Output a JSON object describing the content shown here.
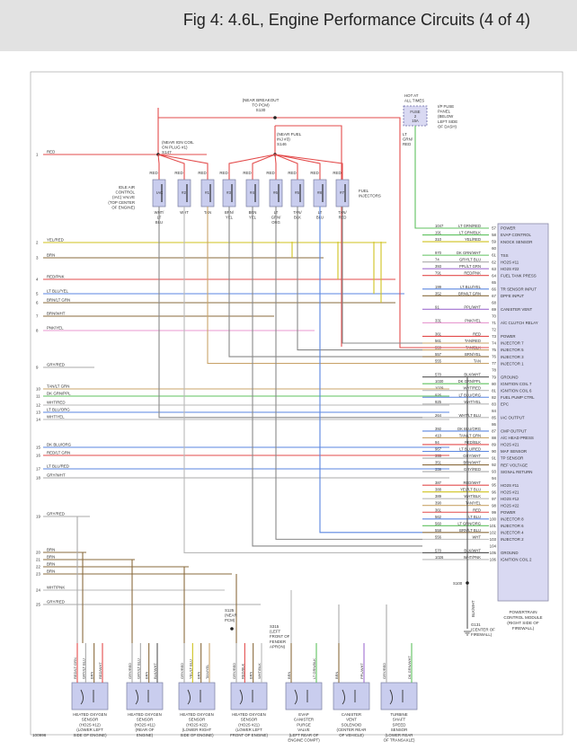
{
  "header": {
    "title": "Fig 4: 4.6L, Engine Performance Circuits (4 of 4)"
  },
  "diagram_id": "100996",
  "fuse": {
    "hot_label": [
      "HOT AT",
      "ALL TIMES"
    ],
    "fuse_text": [
      "FUSE",
      "2",
      "15A"
    ],
    "panel_label": [
      "I/P FUSE",
      "PANEL",
      "(BELOW",
      "LEFT SIDE",
      "OF DASH)"
    ],
    "wire_label": [
      "LT",
      "GRN/",
      "RED"
    ]
  },
  "splices": {
    "s130": [
      "(NEAR BREAKOUT",
      "TO PCM)",
      "S130"
    ],
    "s147": [
      "(NEAR IGN COIL",
      "ON PLUG #1)",
      "S147"
    ],
    "s146": [
      "(NEAR FUEL",
      "INJ #3)",
      "S146"
    ],
    "s125": [
      "S125",
      "(NEAR",
      "PCM)"
    ],
    "s100": "S100",
    "g131": [
      "G131",
      "(CENTER OF",
      "FIREWALL)"
    ],
    "s315": [
      "S315",
      "(LEFT",
      "FRONT OF",
      "FENDER",
      "APRON)"
    ]
  },
  "injectors": {
    "iac_label": [
      "IDLE AIR",
      "CONTROL",
      "(IAC) VALVE",
      "(TOP CENTER",
      "OF ENGINE)"
    ],
    "group_label": [
      "FUEL",
      "INJECTORS"
    ],
    "components": [
      {
        "id": "IAC",
        "top": "RED",
        "bottom": [
          "WHT/",
          "LT",
          "BLU"
        ]
      },
      {
        "id": "#2",
        "top": "RED",
        "bottom": [
          "WHT"
        ]
      },
      {
        "id": "#1",
        "top": "RED",
        "bottom": [
          "TAN"
        ]
      },
      {
        "id": "#3",
        "top": "RED",
        "bottom": [
          "BRN/",
          "YEL"
        ]
      },
      {
        "id": "#4",
        "top": "RED",
        "bottom": [
          "BRN",
          "YEL"
        ]
      },
      {
        "id": "#6",
        "top": "RED",
        "bottom": [
          "LT",
          "GRN/",
          "ORG"
        ]
      },
      {
        "id": "#5",
        "top": "RED",
        "bottom": [
          "TAN/",
          "BLK"
        ]
      },
      {
        "id": "#8",
        "top": "RED",
        "bottom": [
          "LT",
          "BLU"
        ]
      },
      {
        "id": "#7",
        "top": "RED",
        "bottom": [
          "TAN/",
          "RED"
        ]
      }
    ]
  },
  "left_wires": [
    {
      "n": "1",
      "c": "RED"
    },
    {
      "n": "2",
      "c": "YEL/RED"
    },
    {
      "n": "3",
      "c": "BRN"
    },
    {
      "n": "4",
      "c": "RED/PNK"
    },
    {
      "n": "5",
      "c": "LT BLU/YEL"
    },
    {
      "n": "6",
      "c": "BRN/LT GRN"
    },
    {
      "n": "7",
      "c": "BRN/WHT"
    },
    {
      "n": "8",
      "c": "PNK/YEL"
    },
    {
      "n": "9",
      "c": "GRY/RED"
    },
    {
      "n": "10",
      "c": "TAN/LT GRN"
    },
    {
      "n": "11",
      "c": "DK GRN/PPL"
    },
    {
      "n": "12",
      "c": "WHT/RED"
    },
    {
      "n": "13",
      "c": "LT BLU/ORG"
    },
    {
      "n": "14",
      "c": "WHT/YEL"
    },
    {
      "n": "15",
      "c": "DK BLU/ORG"
    },
    {
      "n": "16",
      "c": "RED/LT GRN"
    },
    {
      "n": "17",
      "c": "LT BLU/RED"
    },
    {
      "n": "18",
      "c": "GRY/WHT"
    },
    {
      "n": "19",
      "c": "GRY/RED"
    },
    {
      "n": "20",
      "c": "BRN"
    },
    {
      "n": "21",
      "c": "BRN"
    },
    {
      "n": "22",
      "c": "BRN"
    },
    {
      "n": "23",
      "c": "BRN"
    },
    {
      "n": "24",
      "c": "WHT/PNK"
    },
    {
      "n": "25",
      "c": "GRY/RED"
    }
  ],
  "pcm": {
    "label": [
      "POWERTRAIN",
      "CONTROL MODULE",
      "(RIGHT SIDE OF",
      "FIREWALL)"
    ],
    "ground_wire": "BLK/WHT",
    "pins": [
      {
        "wire": "1047",
        "color": "LT GRN/RED",
        "pin": "57",
        "fn": "POWER"
      },
      {
        "wire": "191",
        "color": "LT GRN/BLK",
        "pin": "58",
        "fn": "EVAP CONTROL"
      },
      {
        "wire": "310",
        "color": "YEL/RED",
        "pin": "59",
        "fn": "KNOCK SENSOR"
      },
      {
        "wire": "",
        "color": "",
        "pin": "60",
        "fn": ""
      },
      {
        "wire": "970",
        "color": "DK GRN/WHT",
        "pin": "61",
        "fn": "TSS"
      },
      {
        "wire": "74",
        "color": "GRY/LT BLU",
        "pin": "62",
        "fn": "HO2S #11"
      },
      {
        "wire": "393",
        "color": "PPL/LT GRN",
        "pin": "63",
        "fn": "HO2S #22"
      },
      {
        "wire": "791",
        "color": "RED/PNK",
        "pin": "64",
        "fn": "FUEL TANK PRESS"
      },
      {
        "wire": "",
        "color": "",
        "pin": "65",
        "fn": ""
      },
      {
        "wire": "199",
        "color": "LT BLU/YEL",
        "pin": "66",
        "fn": "TR SENSOR INPUT"
      },
      {
        "wire": "352",
        "color": "BRN/LT GRN",
        "pin": "67",
        "fn": "DPFE INPUT"
      },
      {
        "wire": "",
        "color": "",
        "pin": "68",
        "fn": ""
      },
      {
        "wire": "91",
        "color": "PPL/WHT",
        "pin": "69",
        "fn": "CANISTER VENT"
      },
      {
        "wire": "",
        "color": "",
        "pin": "70",
        "fn": ""
      },
      {
        "wire": "331",
        "color": "PNK/YEL",
        "pin": "71",
        "fn": "A/C CLUTCH RELAY"
      },
      {
        "wire": "",
        "color": "",
        "pin": "72",
        "fn": ""
      },
      {
        "wire": "361",
        "color": "RED",
        "pin": "73",
        "fn": "POWER"
      },
      {
        "wire": "561",
        "color": "TAN/RED",
        "pin": "74",
        "fn": "INJECTOR 7"
      },
      {
        "wire": "559",
        "color": "TAN/BLK",
        "pin": "75",
        "fn": "INJECTOR 5"
      },
      {
        "wire": "557",
        "color": "BRN/YEL",
        "pin": "76",
        "fn": "INJECTOR 3"
      },
      {
        "wire": "555",
        "color": "TAN",
        "pin": "77",
        "fn": "INJECTOR 1"
      },
      {
        "wire": "",
        "color": "",
        "pin": "78",
        "fn": ""
      },
      {
        "wire": "570",
        "color": "BLK/WHT",
        "pin": "79",
        "fn": "GROUND"
      },
      {
        "wire": "1030",
        "color": "DK GRN/PPL",
        "pin": "80",
        "fn": "IGNITION COIL 7"
      },
      {
        "wire": "1029",
        "color": "WHT/RED",
        "pin": "81",
        "fn": "IGNITION COIL 6"
      },
      {
        "wire": "926",
        "color": "LT BLU/ORG",
        "pin": "82",
        "fn": "FUEL PUMP CTRL"
      },
      {
        "wire": "925",
        "color": "WHT/YEL",
        "pin": "83",
        "fn": "EPC"
      },
      {
        "wire": "",
        "color": "",
        "pin": "84",
        "fn": ""
      },
      {
        "wire": "264",
        "color": "WHT/LT BLU",
        "pin": "85",
        "fn": "IAC OUTPUT"
      },
      {
        "wire": "",
        "color": "",
        "pin": "86",
        "fn": ""
      },
      {
        "wire": "392",
        "color": "DK BLU/ORG",
        "pin": "87",
        "fn": "CMP OUTPUT"
      },
      {
        "wire": "410",
        "color": "TAN/LT GRN",
        "pin": "88",
        "fn": "A/C HEAD PRESS"
      },
      {
        "wire": "94",
        "color": "RED/BLK",
        "pin": "89",
        "fn": "HO2S #21"
      },
      {
        "wire": "967",
        "color": "LT BLU/RED",
        "pin": "90",
        "fn": "MAF SENSOR"
      },
      {
        "wire": "355",
        "color": "GRY/WHT",
        "pin": "91",
        "fn": "TP SENSOR"
      },
      {
        "wire": "351",
        "color": "BRN/WHT",
        "pin": "92",
        "fn": "REF VOLTAGE"
      },
      {
        "wire": "359",
        "color": "GRY/RED",
        "pin": "93",
        "fn": "SIGNAL RETURN"
      },
      {
        "wire": "",
        "color": "",
        "pin": "94",
        "fn": ""
      },
      {
        "wire": "387",
        "color": "RED/WHT",
        "pin": "95",
        "fn": "HO2S #11"
      },
      {
        "wire": "388",
        "color": "YEL/LT BLU",
        "pin": "96",
        "fn": "HO2S #21"
      },
      {
        "wire": "389",
        "color": "WHT/BLK",
        "pin": "97",
        "fn": "HO2S #12"
      },
      {
        "wire": "390",
        "color": "TAN/YEL",
        "pin": "98",
        "fn": "HO2S #22"
      },
      {
        "wire": "361",
        "color": "RED",
        "pin": "99",
        "fn": "POWER"
      },
      {
        "wire": "562",
        "color": "LT BLU",
        "pin": "100",
        "fn": "INJECTOR 8"
      },
      {
        "wire": "560",
        "color": "LT GRN/ORG",
        "pin": "101",
        "fn": "INJECTOR 6"
      },
      {
        "wire": "558",
        "color": "BRN/LT BLU",
        "pin": "102",
        "fn": "INJECTOR 4"
      },
      {
        "wire": "556",
        "color": "WHT",
        "pin": "103",
        "fn": "INJECTOR 2"
      },
      {
        "wire": "",
        "color": "",
        "pin": "104",
        "fn": ""
      },
      {
        "wire": "570",
        "color": "BLK/WHT",
        "pin": "105",
        "fn": "GROUND"
      },
      {
        "wire": "1026",
        "color": "WHT/PNK",
        "pin": "106",
        "fn": "IGNITION COIL 2"
      }
    ]
  },
  "sensors": [
    {
      "wires": [
        "RED/LT GRN",
        "GRY/LT BLU",
        "BRN",
        "RED/WHT"
      ],
      "label": [
        "HEATED OXYGEN",
        "SENSOR",
        "(HO2S #12)",
        "(LOWER LEFT",
        "SIDE OF ENGINE)"
      ]
    },
    {
      "wires": [
        "GRY/RED",
        "GRY/LT BLU",
        "BRN",
        "BLK/WHT"
      ],
      "label": [
        "HEATED OXYGEN",
        "SENSOR",
        "(HO2S #11)",
        "(REAR OF",
        "ENGINE)"
      ]
    },
    {
      "wires": [
        "GRY/RED",
        "YEL/LT BLU",
        "BRN",
        "TAN/YEL"
      ],
      "label": [
        "HEATED OXYGEN",
        "SENSOR",
        "(HO2S #22)",
        "(LOWER RIGHT",
        "SIDE OF ENGINE)"
      ]
    },
    {
      "wires": [
        "GRY/RED",
        "RED/BLK",
        "BRN",
        "WHT/BLK"
      ],
      "label": [
        "HEATED OXYGEN",
        "SENSOR",
        "(HO2S #21)",
        "(LOWER LEFT",
        "FRONT OF ENGINE)"
      ]
    },
    {
      "wires": [
        "BRN",
        "LT GRN/BLK"
      ],
      "label": [
        "EVAP",
        "CANISTER",
        "PURGE",
        "VALVE",
        "(LEFT REAR OF",
        "ENGINE COMPT)"
      ]
    },
    {
      "wires": [
        "BRN",
        "PPL/WHT"
      ],
      "label": [
        "CANISTER",
        "VENT",
        "SOLENOID",
        "(CENTER REAR",
        "OF VEHICLE)"
      ]
    },
    {
      "wires": [
        "GRY/RED",
        "DK GRN/WHT"
      ],
      "label": [
        "TURBINE",
        "SHAFT",
        "SPEED",
        "SENSOR",
        "(LOWER REAR",
        "OF TRANSAXLE)"
      ]
    }
  ]
}
